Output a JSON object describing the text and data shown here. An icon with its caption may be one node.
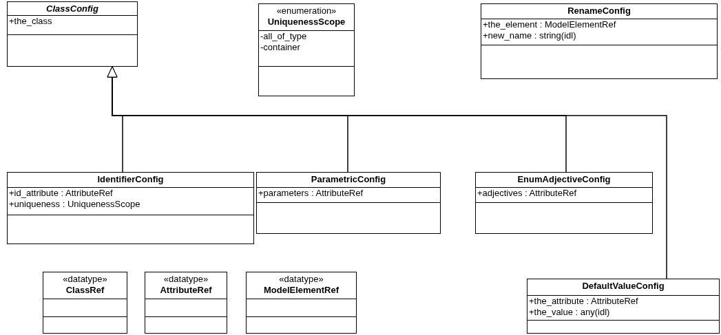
{
  "diagram": {
    "nodes": [
      {
        "text": [
          "ClassConfig",
          "+the_class"
        ]
      },
      {
        "text": [
          "«enumeration»",
          "UniquenessScope",
          "-all_of_type",
          "-container"
        ]
      },
      {
        "text": [
          "RenameConfig",
          "+the_element : ModelElementRef",
          "+new_name : string(idl)"
        ]
      },
      {
        "text": [
          "IdentifierConfig",
          "+id_attribute : AttributeRef",
          "+uniqueness : UniquenessScope"
        ]
      },
      {
        "text": [
          "ParametricConfig",
          "+parameters : AttributeRef"
        ]
      },
      {
        "text": [
          "EnumAdjectiveConfig",
          "+adjectives : AttributeRef"
        ]
      },
      {
        "text": [
          "«datatype»",
          "ClassRef"
        ]
      },
      {
        "text": [
          "«datatype»",
          "AttributeRef"
        ]
      },
      {
        "text": [
          "«datatype»",
          "ModelElementRef"
        ]
      },
      {
        "text": [
          "DefaultValueConfig",
          "+the_attribute : AttributeRef",
          "+the_value : any(idl)"
        ]
      }
    ],
    "edges": [
      {
        "from": 3,
        "to": 0,
        "arrow": "to"
      },
      {
        "from": 4,
        "to": 0,
        "arrow": "to"
      },
      {
        "from": 5,
        "to": 0,
        "arrow": "to"
      },
      {
        "from": 9,
        "to": 0,
        "arrow": "to"
      }
    ]
  }
}
